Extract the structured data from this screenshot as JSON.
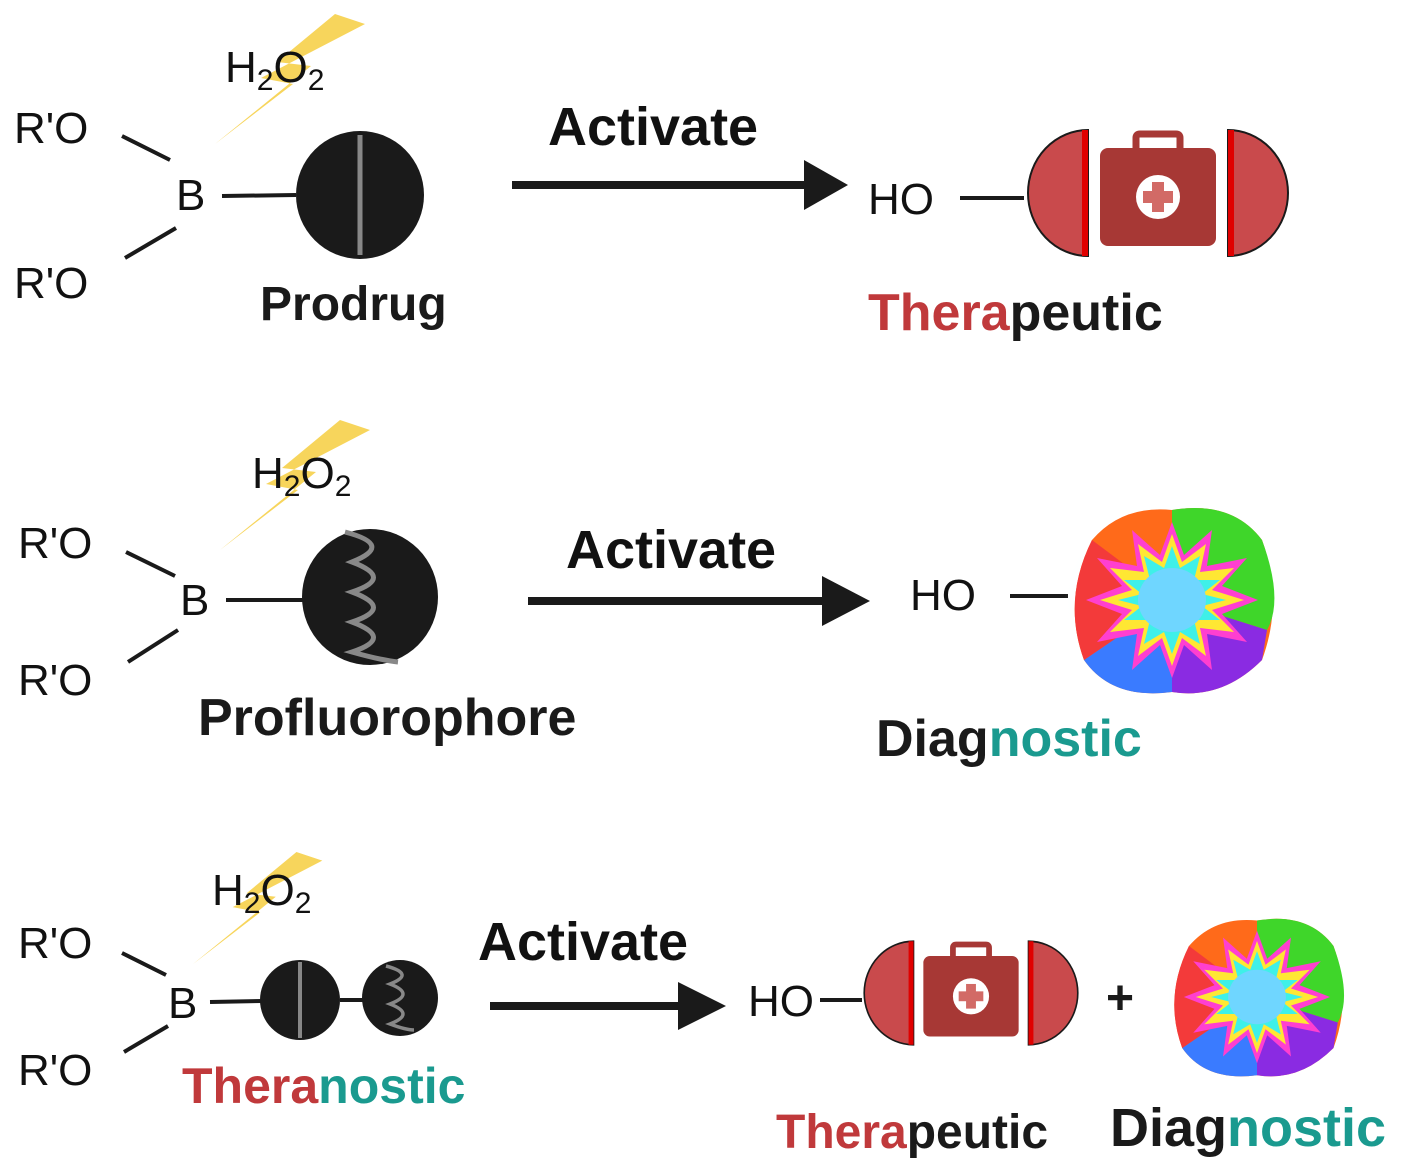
{
  "colors": {
    "ink": "#1a1a1a",
    "thera_red": "#c0393b",
    "nostic_teal": "#1a9a8f",
    "capsule_red": "#c94a4c",
    "kit_red": "#a73835",
    "bolt_yellow": "#f6d04a"
  },
  "labels": {
    "ro": "R'O",
    "boron": "B",
    "ho": "HO",
    "h2o2_h": "H",
    "h2o2_sub": "2",
    "h2o2_o": "O",
    "plus": "+",
    "activate": "Activate",
    "prodrug": "Prodrug",
    "profluorophore": "Profluorophore",
    "thera": "Thera",
    "peutic": "peutic",
    "diag": "Diag",
    "nostic": "nostic"
  },
  "icons": [
    "lightning-bolt-icon",
    "pill-capsule-icon",
    "medical-kit-icon",
    "fluorescent-burst-icon",
    "arrow-right-icon"
  ]
}
